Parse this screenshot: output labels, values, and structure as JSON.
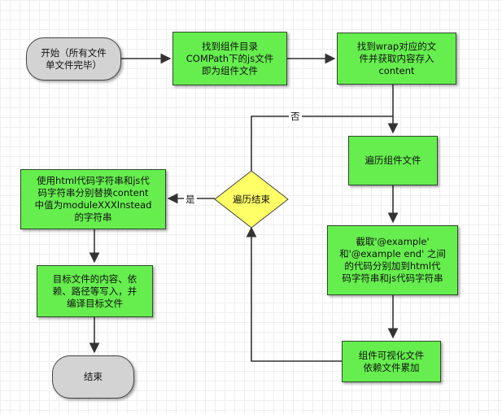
{
  "nodes": {
    "start": "开始（所有文件\n单文件完毕）",
    "find_components": "找到组件目录\nCOMPath下的js文件\n即为组件文件",
    "find_wrap": "找到wrap对应的文\n件并获取内容存入\ncontent",
    "iterate": "遍历组件文件",
    "extract": "截取'@example'\n和'@example end' 之间\n的代码分别加到html代\n码字符串和js代码字符串",
    "accumulate": "组件可视化文件\n依赖文件累加",
    "decision": "遍历结束",
    "replace": "使用html代码字符串和js代\n码字符串分别替换content\n中值为moduleXXXInstead\n的字符串",
    "write": "目标文件的内容、依\n赖、路径等写入，并\n编译目标文件",
    "end": "结束"
  },
  "edge_labels": {
    "no": "否",
    "yes": "是"
  },
  "colors": {
    "process": "#66ee4f",
    "terminal": "#d3d3d3",
    "decision": "#ffff66",
    "line": "#333333"
  }
}
